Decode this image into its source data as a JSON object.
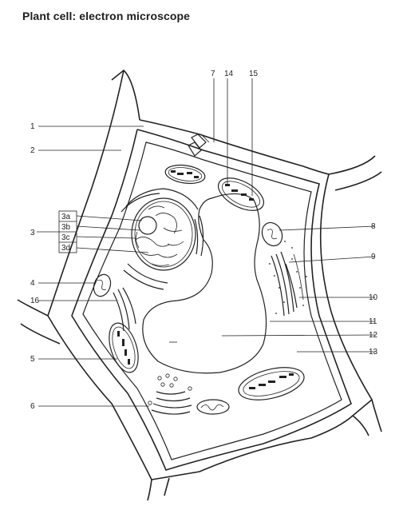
{
  "title": "Plant cell: electron microscope",
  "labels": {
    "l1": "1",
    "l2": "2",
    "l3": "3",
    "l3a": "3a",
    "l3b": "3b",
    "l3c": "3c",
    "l3d": "3d",
    "l4": "4",
    "l5": "5",
    "l6": "6",
    "l7": "7",
    "l8": "8",
    "l9": "9",
    "l10": "10",
    "l11": "11",
    "l12": "12",
    "l13": "13",
    "l14": "14",
    "l15": "15",
    "l16": "16"
  }
}
